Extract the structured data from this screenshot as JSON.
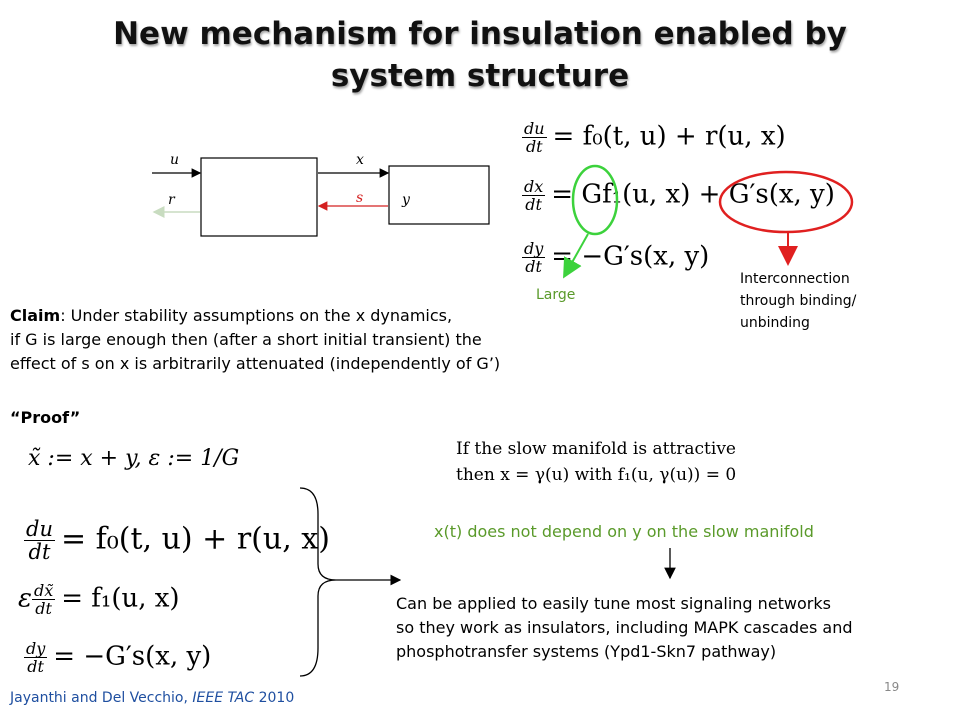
{
  "title": {
    "line1": "New mechanism for insulation enabled by",
    "line2": "system structure"
  },
  "block_diagram": {
    "input_u": "u",
    "output_r": "r",
    "signal_x": "x",
    "signal_s": "s",
    "block_y": "y"
  },
  "equations_top": [
    {
      "num": "du",
      "den": "dt",
      "rhs": "= f₀(t, u) + r(u, x)"
    },
    {
      "num": "dx",
      "den": "dt",
      "rhs_gain": "= G",
      "rhs_f1": "f₁(u, x)",
      "rhs_plus": "+",
      "rhs_coupling": "G′s(x, y)"
    },
    {
      "num": "dy",
      "den": "dt",
      "rhs": "= −G′s(x, y)"
    }
  ],
  "annotations": {
    "large": "Large",
    "interconnection": [
      "Interconnection",
      "through binding/",
      "unbinding"
    ]
  },
  "claim": {
    "label": "Claim",
    "line1": ": Under stability assumptions on the x dynamics,",
    "line2": "if G is large enough then (after a short initial transient) the",
    "line3": "effect of s on x is arbitrarily attenuated (independently of G’)"
  },
  "proof_label": "“Proof”",
  "definitions": "x̃ := x + y,   ε := 1/G",
  "equations_bottom": [
    {
      "prefix": "",
      "num": "du",
      "den": "dt",
      "rhs": "= f₀(t, u) + r(u, x)"
    },
    {
      "prefix": "ε",
      "num": "dx̃",
      "den": "dt",
      "rhs": "= f₁(u, x)"
    },
    {
      "prefix": "",
      "num": "dy",
      "den": "dt",
      "rhs": "= −G′s(x, y)"
    }
  ],
  "slow_manifold": {
    "line1": "If the slow manifold is attractive",
    "line2": "then x = γ(u) with f₁(u, γ(u)) = 0"
  },
  "independence_statement": "x(t) does not depend on y on the slow manifold",
  "application": {
    "line1": "Can be applied to easily tune most signaling networks",
    "line2": "so they work as insulators, including MAPK cascades and",
    "line3": "phosphotransfer systems (Ypd1-Skn7 pathway)"
  },
  "citation": {
    "authors": "Jayanthi and Del Vecchio, ",
    "journal": "IEEE TAC",
    "year": " 2010"
  },
  "page_number": "19",
  "colors": {
    "green_ellipse": "#3cd23c",
    "red_ellipse": "#e02020",
    "green_text": "#5a9a2a",
    "citation_blue": "#1f4fa0"
  }
}
